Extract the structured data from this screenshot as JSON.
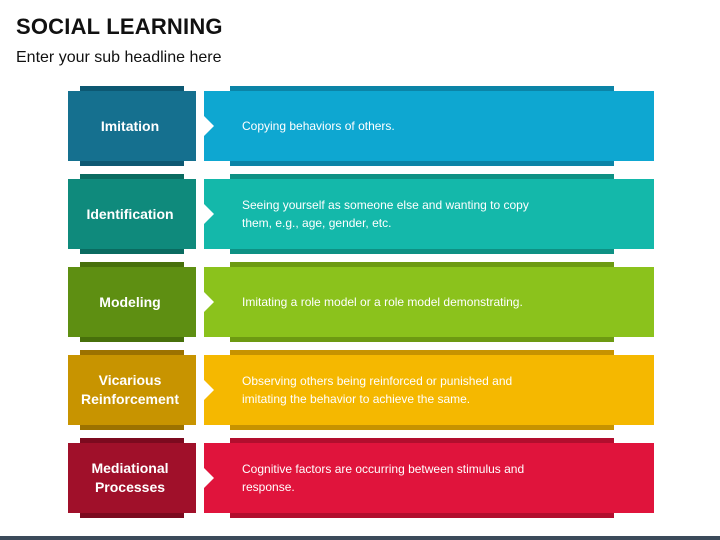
{
  "title": "SOCIAL LEARNING",
  "subtitle": "Enter your sub headline here",
  "rows": [
    {
      "label": "Imitation",
      "description": "Copying behaviors of others.",
      "label_color": "#15708f",
      "label_tab_color": "#0d5872",
      "desc_color": "#0ea7d1",
      "desc_tab_color": "#0b84a7"
    },
    {
      "label": "Identification",
      "description": "Seeing yourself as someone else and wanting to copy them, e.g., age, gender, etc.",
      "label_color": "#0f8a7c",
      "label_tab_color": "#0a6b60",
      "desc_color": "#14b8aa",
      "desc_tab_color": "#0e9184"
    },
    {
      "label": "Modeling",
      "description": "Imitating a role model or a role model demonstrating.",
      "label_color": "#5e8f12",
      "label_tab_color": "#47700b",
      "desc_color": "#8bc21c",
      "desc_tab_color": "#6d9a12"
    },
    {
      "label": "Vicarious Reinforcement",
      "description": "Observing others being reinforced or punished and imitating the behavior to achieve the same.",
      "label_color": "#c89400",
      "label_tab_color": "#9c7200",
      "desc_color": "#f5b800",
      "desc_tab_color": "#c79300"
    },
    {
      "label": "Mediational Processes",
      "description": "Cognitive factors are occurring between stimulus and response.",
      "label_color": "#a0102a",
      "label_tab_color": "#7c0a1f",
      "desc_color": "#e0143c",
      "desc_tab_color": "#b20e2e"
    }
  ]
}
